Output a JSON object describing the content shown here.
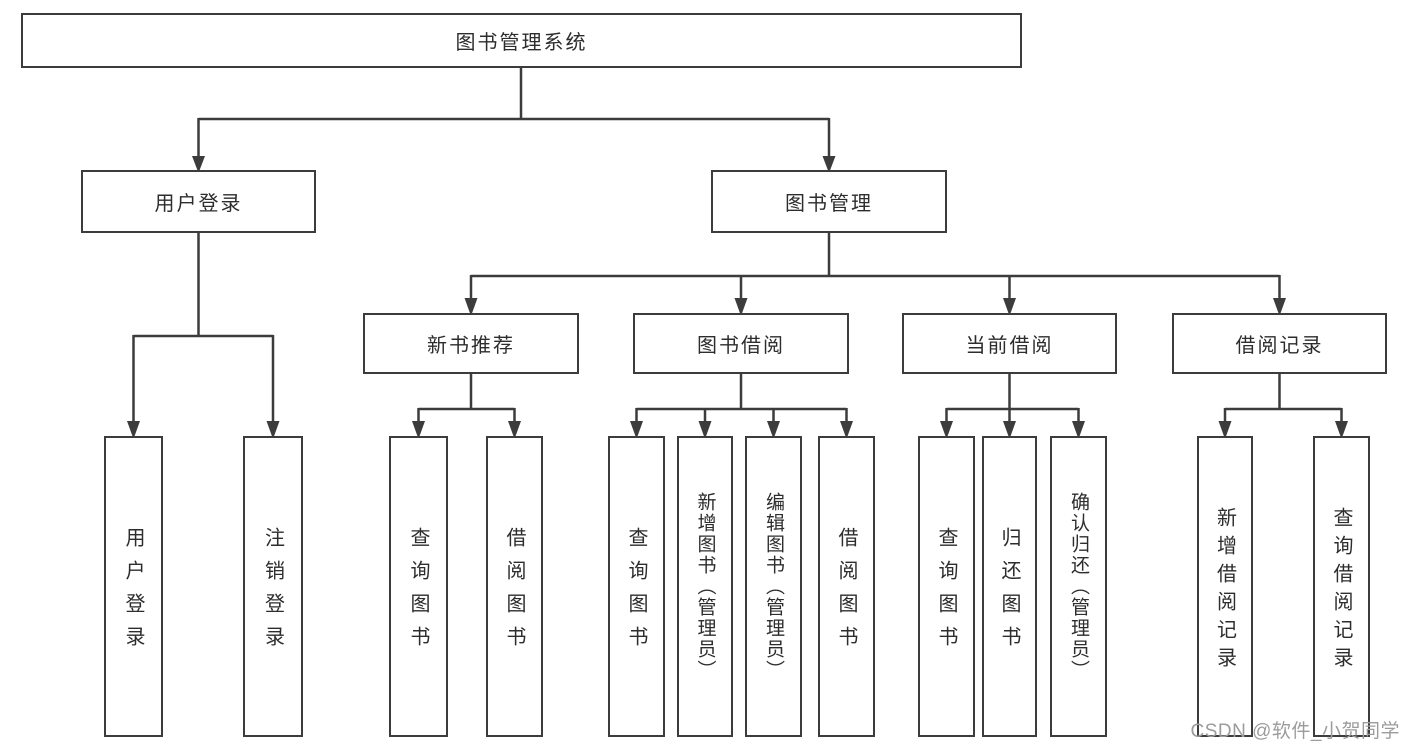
{
  "diagram_type": "hierarchy-tree",
  "nodes": {
    "root": {
      "label": "图书管理系统"
    },
    "user_login": {
      "label": "用户登录"
    },
    "book_mgmt": {
      "label": "图书管理"
    },
    "new_book_rec": {
      "label": "新书推荐"
    },
    "book_borrow": {
      "label": "图书借阅"
    },
    "current_borrow": {
      "label": "当前借阅"
    },
    "borrow_records": {
      "label": "借阅记录"
    },
    "leaf_user_login": {
      "label": "用户登录"
    },
    "leaf_logout": {
      "label": "注销登录"
    },
    "leaf_query_book_rec": {
      "label": "查询图书"
    },
    "leaf_borrow_book_rec": {
      "label": "借阅图书"
    },
    "leaf_query_book_borrow": {
      "label": "查询图书"
    },
    "leaf_add_book_admin": {
      "label": "新增图书（管理员）"
    },
    "leaf_edit_book_admin": {
      "label": "编辑图书（管理员）"
    },
    "leaf_borrow_book_borrow": {
      "label": "借阅图书"
    },
    "leaf_query_book_current": {
      "label": "查询图书"
    },
    "leaf_return_book": {
      "label": "归还图书"
    },
    "leaf_confirm_return_admin": {
      "label": "确认归还（管理员）"
    },
    "leaf_add_borrow_record": {
      "label": "新增借阅记录"
    },
    "leaf_query_borrow_record": {
      "label": "查询借阅记录"
    }
  },
  "edges": [
    [
      "root",
      "user_login"
    ],
    [
      "root",
      "book_mgmt"
    ],
    [
      "user_login",
      "leaf_user_login"
    ],
    [
      "user_login",
      "leaf_logout"
    ],
    [
      "book_mgmt",
      "new_book_rec"
    ],
    [
      "book_mgmt",
      "book_borrow"
    ],
    [
      "book_mgmt",
      "current_borrow"
    ],
    [
      "book_mgmt",
      "borrow_records"
    ],
    [
      "new_book_rec",
      "leaf_query_book_rec"
    ],
    [
      "new_book_rec",
      "leaf_borrow_book_rec"
    ],
    [
      "book_borrow",
      "leaf_query_book_borrow"
    ],
    [
      "book_borrow",
      "leaf_add_book_admin"
    ],
    [
      "book_borrow",
      "leaf_edit_book_admin"
    ],
    [
      "book_borrow",
      "leaf_borrow_book_borrow"
    ],
    [
      "current_borrow",
      "leaf_query_book_current"
    ],
    [
      "current_borrow",
      "leaf_return_book"
    ],
    [
      "current_borrow",
      "leaf_confirm_return_admin"
    ],
    [
      "borrow_records",
      "leaf_add_borrow_record"
    ],
    [
      "borrow_records",
      "leaf_query_borrow_record"
    ]
  ],
  "watermark": {
    "text": "CSDN @软件_小贺同学",
    "color": "#9c9c9c"
  },
  "colors": {
    "line": "#3c3c3c",
    "text": "#2d2d2d",
    "node_background": "#ffffff",
    "page_background": "#ffffff"
  }
}
